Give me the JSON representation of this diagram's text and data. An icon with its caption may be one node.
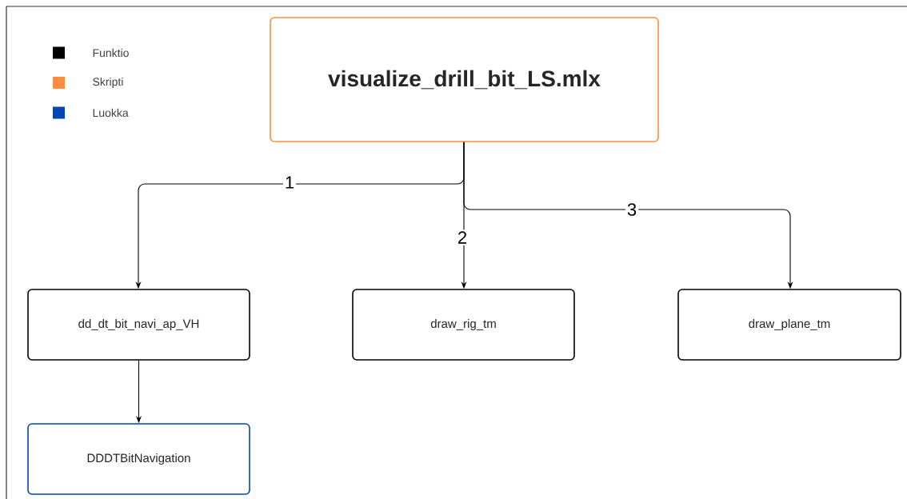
{
  "diagram": {
    "nodes": [
      {
        "text": [
          "visualize_drill_bit_LS.mlx"
        ]
      },
      {
        "text": [
          "dd_dt_bit_navi_ap_VH"
        ]
      },
      {
        "text": [
          "draw_rig_tm"
        ]
      },
      {
        "text": [
          "draw_plane_tm"
        ]
      },
      {
        "text": [
          "DDDTBitNavigation"
        ]
      }
    ],
    "edges": [
      {
        "from": 0,
        "to": 1,
        "arrow": "to",
        "label": "1"
      },
      {
        "from": 0,
        "to": 2,
        "arrow": "to",
        "label": "2"
      },
      {
        "from": 0,
        "to": 3,
        "arrow": "to",
        "label": "3"
      },
      {
        "from": 1,
        "to": 4,
        "arrow": "to"
      }
    ],
    "legend": [
      {
        "text": "Funktio",
        "color": "#000000"
      },
      {
        "text": "Skripti",
        "color": "#ff8c42"
      },
      {
        "text": "Luokka",
        "color": "#0047b3"
      }
    ]
  }
}
